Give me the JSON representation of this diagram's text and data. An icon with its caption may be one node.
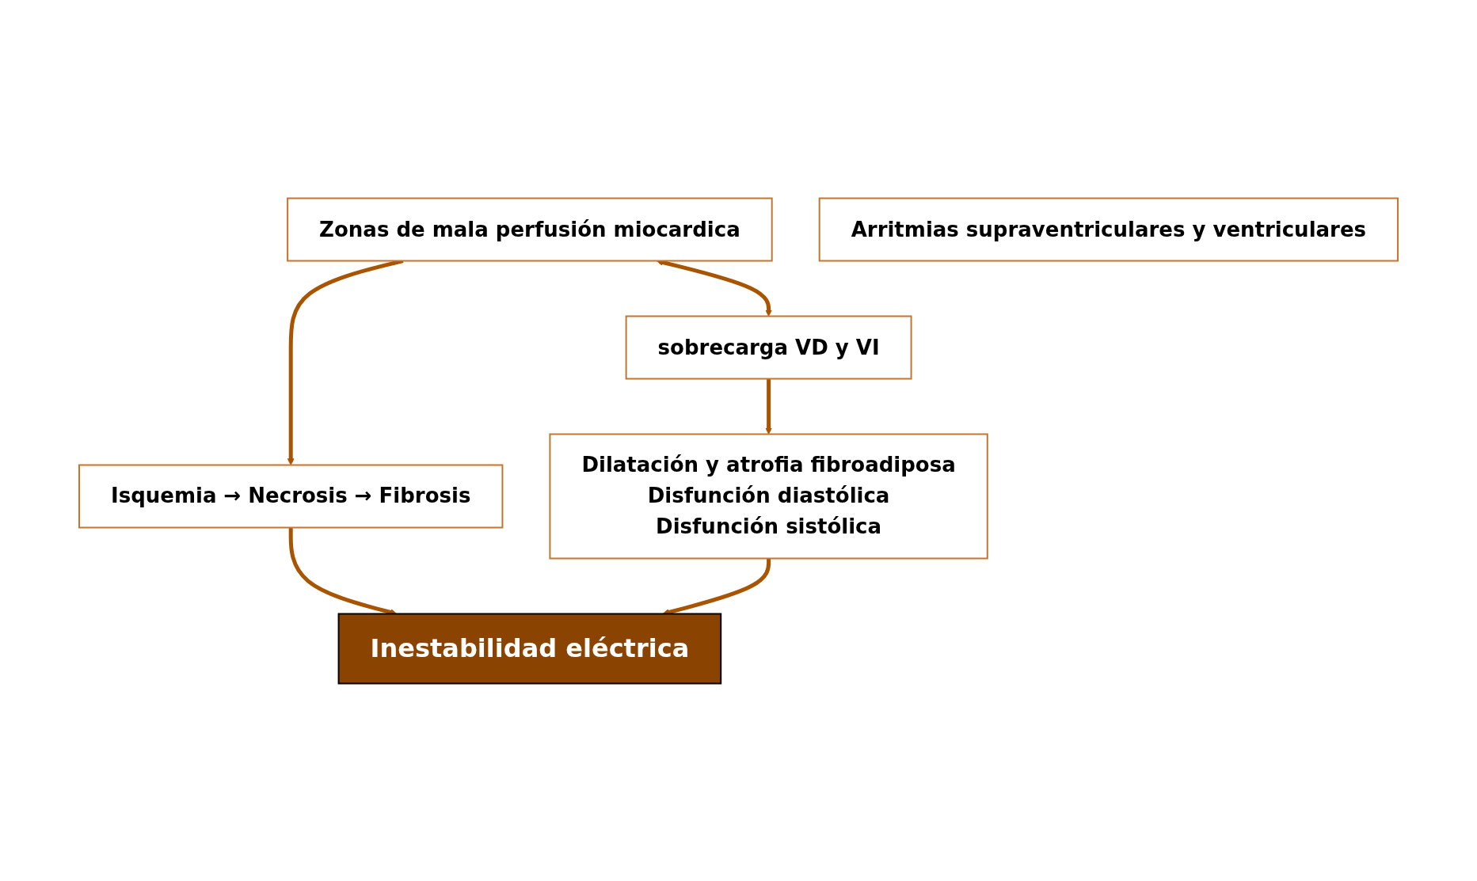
{
  "diagram": {
    "nodes": [
      {
        "text": [
          "Zonas de mala perfusión miocardica"
        ]
      },
      {
        "text": [
          "sobrecarga VD y VI"
        ]
      },
      {
        "text": [
          "Isquemia → Necrosis → Fibrosis"
        ]
      },
      {
        "text": [
          "Dilatación y atrofia fibroadiposa",
          "Disfunción diastólica",
          "Disfunción sistólica"
        ]
      },
      {
        "text": [
          "Inestabilidad eléctrica"
        ]
      },
      {
        "text": [
          "Arritmias supraventriculares y ventriculares"
        ]
      }
    ],
    "edges": [
      {
        "from": 0,
        "to": 1,
        "arrow": "both"
      },
      {
        "from": 0,
        "to": 2,
        "arrow": "to"
      },
      {
        "from": 1,
        "to": 3,
        "arrow": "to"
      },
      {
        "from": 2,
        "to": 4,
        "arrow": "to"
      },
      {
        "from": 3,
        "to": 4,
        "arrow": "to"
      }
    ]
  }
}
